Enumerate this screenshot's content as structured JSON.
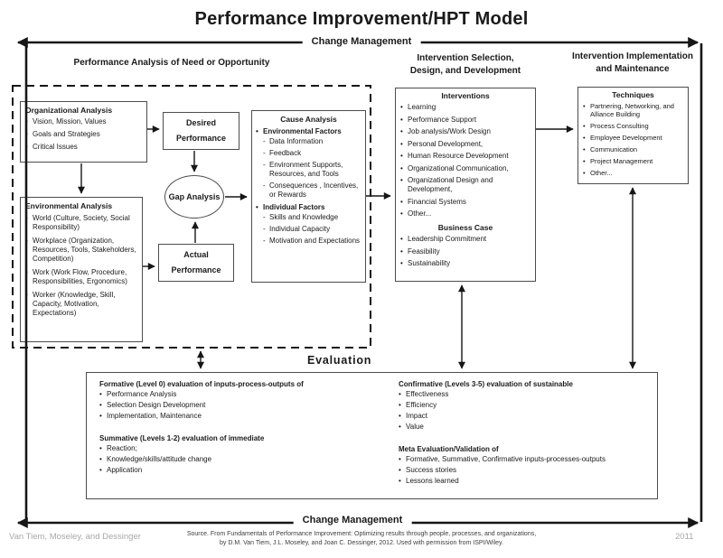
{
  "title": "Performance Improvement/HPT Model",
  "colors": {
    "ink": "#1a1a1a",
    "box_border": "#4d4d4d",
    "muted_gray": "#a8a8a8"
  },
  "loop": {
    "top_label": "Change Management",
    "bottom_label": "Change Management"
  },
  "performance_analysis": {
    "header": "Performance Analysis of Need or Opportunity",
    "organizational": {
      "title": "Organizational Analysis",
      "items": [
        "Vision, Mission, Values",
        "Goals and Strategies",
        "Critical Issues"
      ]
    },
    "environmental": {
      "title": "Environmental Analysis",
      "items": [
        "World (Culture, Society, Social Responsibility)",
        "Workplace (Organization, Resources, Tools, Stakeholders, Competition)",
        "Work (Work Flow, Procedure, Responsibilities, Ergonomics)",
        "Worker (Knowledge, Skill, Capacity, Motivation, Expectations)"
      ]
    },
    "desired": "Desired Performance",
    "gap": "Gap Analysis",
    "actual": "Actual Performance",
    "cause": {
      "title": "Cause Analysis",
      "groups": [
        {
          "title": "Environmental Factors",
          "items": [
            "Data Information",
            "Feedback",
            "Environment Supports, Resources, and Tools",
            "Consequences , Incentives, or Rewards"
          ]
        },
        {
          "title": "Individual Factors",
          "items": [
            "Skills and Knowledge",
            "Individual Capacity",
            "Motivation and Expectations"
          ]
        }
      ]
    }
  },
  "intervention_selection": {
    "header_line1": "Intervention Selection,",
    "header_line2": "Design, and Development",
    "interventions": {
      "title": "Interventions",
      "items": [
        "Learning",
        "Performance Support",
        "Job analysis/Work Design",
        "Personal Development,",
        "Human Resource Development",
        "Organizational Communication,",
        "Organizational Design and Development,",
        "Financial Systems",
        "Other..."
      ]
    },
    "business_case": {
      "title": "Business Case",
      "items": [
        "Leadership Commitment",
        "Feasibility",
        "Sustainability"
      ]
    }
  },
  "intervention_implementation": {
    "header_line1": "Intervention Implementation",
    "header_line2": "and Maintenance",
    "techniques": {
      "title": "Techniques",
      "items": [
        "Partnering, Networking, and Alliance Building",
        "Process Consulting",
        "Employee Development",
        "Communication",
        "Project Management",
        "Other..."
      ]
    }
  },
  "evaluation": {
    "label": "Evaluation",
    "sections": {
      "formative": {
        "title": "Formative (Level 0) evaluation of inputs-process-outputs of",
        "items": [
          "Performance Analysis",
          "Selection Design Development",
          "Implementation, Maintenance"
        ]
      },
      "summative": {
        "title": "Summative (Levels 1-2) evaluation of immediate",
        "items": [
          "Reaction;",
          "Knowledge/skills/attitude change",
          "Application"
        ]
      },
      "confirmative": {
        "title": "Confirmative (Levels 3-5) evaluation of sustainable",
        "items": [
          "Effectiveness",
          "Efficiency",
          "Impact",
          "Value"
        ]
      },
      "meta": {
        "title": "Meta Evaluation/Validation of",
        "items": [
          "Formative, Summative, Confirmative inputs-processes-outputs",
          "Success stories",
          "Lessons learned"
        ]
      }
    }
  },
  "footer": {
    "authors": "Van Tiem, Moseley, and Dessinger",
    "source_line1": "Source. From Fundamentals of Performance Improvement: Optimizing results through people, processes, and organizations,",
    "source_line2": "by D.M. Van Tiem, J.L. Moseley, and Joan C. Dessinger, 2012. Used with permission from ISPI/Wiley.",
    "year": "2011"
  }
}
